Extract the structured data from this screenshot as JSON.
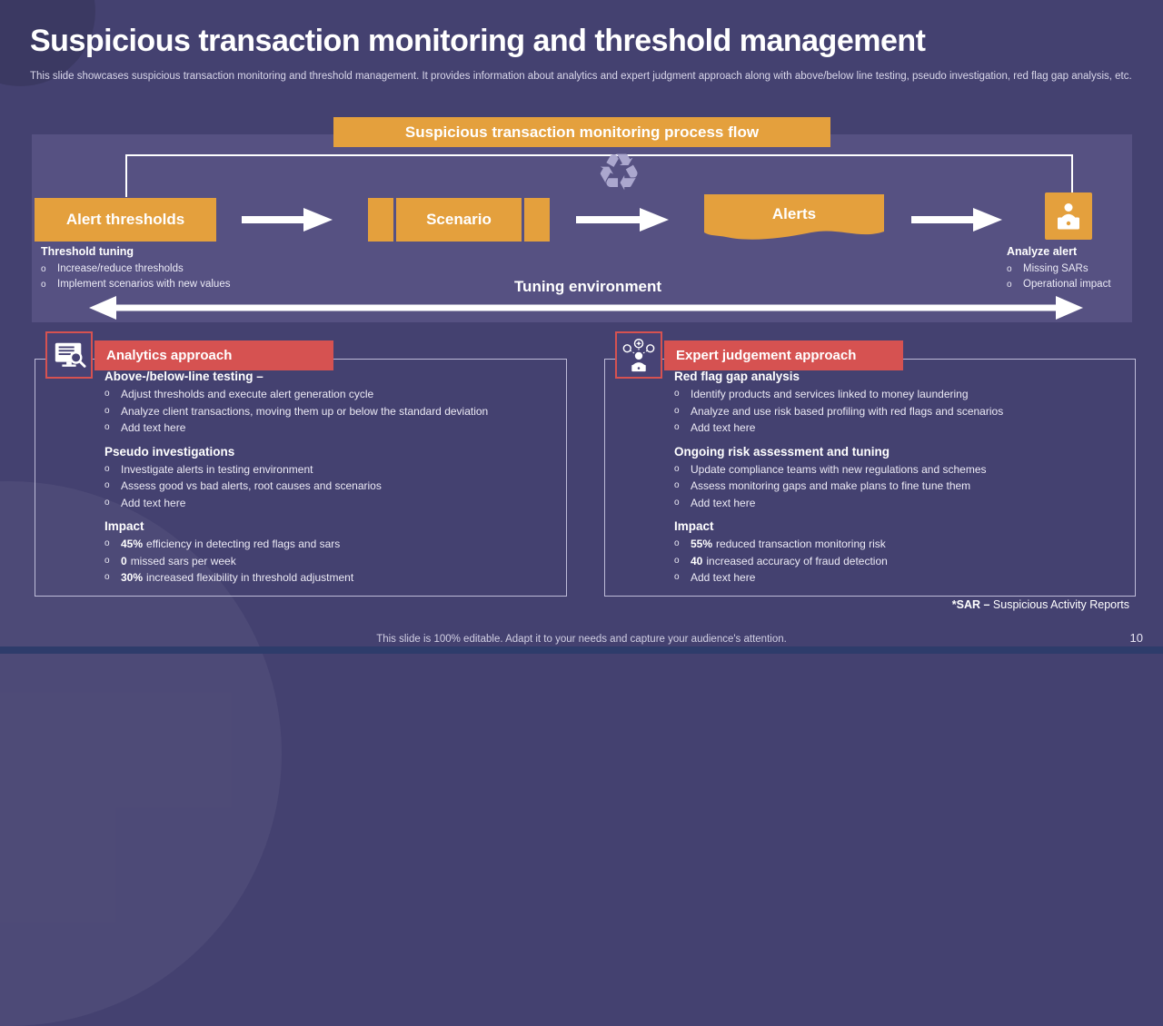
{
  "ui": {
    "bullet_marker": "o"
  },
  "colors": {
    "background": "#444170",
    "panel": "#565182",
    "accent_orange": "#E4A03D",
    "accent_red": "#D65251",
    "footer_bar": "#2E3C6B"
  },
  "slide": {
    "title": "Suspicious transaction monitoring and threshold management",
    "subtitle": "This slide showcases suspicious transaction monitoring and threshold management. It provides information about analytics and expert judgment approach along with above/below line testing, pseudo investigation, red flag gap analysis, etc.",
    "footer": "This slide is 100% editable. Adapt it to your needs and capture your audience's attention.",
    "page_number": "10",
    "footnote": {
      "bold": "*SAR –",
      "text": " Suspicious Activity Reports"
    }
  },
  "flow": {
    "banner": "Suspicious transaction monitoring process flow",
    "alert_thresholds_label": "Alert thresholds",
    "scenario_label": "Scenario",
    "alerts_label": "Alerts",
    "tuning_environment_label": "Tuning environment",
    "recycle_glyph": "♻",
    "threshold_tuning": {
      "heading": "Threshold tuning",
      "bullets": [
        "Increase/reduce thresholds",
        "Implement scenarios with new values"
      ]
    },
    "analyze_alert": {
      "heading": "Analyze alert",
      "bullets": [
        "Missing SARs",
        "Operational impact"
      ]
    }
  },
  "sections": [
    {
      "title": "Analytics approach",
      "groups": [
        {
          "heading": "Above-/below-line testing –",
          "bullets": [
            {
              "bold": "",
              "text": "Adjust thresholds and execute alert generation cycle"
            },
            {
              "bold": "",
              "text": "Analyze client transactions, moving them up or below the standard deviation"
            },
            {
              "bold": "",
              "text": "Add text here"
            }
          ]
        },
        {
          "heading": "Pseudo investigations",
          "bullets": [
            {
              "bold": "",
              "text": "Investigate alerts in testing environment"
            },
            {
              "bold": "",
              "text": "Assess good vs bad alerts, root causes and scenarios"
            },
            {
              "bold": "",
              "text": "Add text here"
            }
          ]
        },
        {
          "heading": "Impact",
          "bullets": [
            {
              "bold": "45%",
              "text": "efficiency in detecting red flags and sars"
            },
            {
              "bold": "0",
              "text": "missed sars per week"
            },
            {
              "bold": "30%",
              "text": "increased flexibility in threshold adjustment"
            }
          ]
        }
      ]
    },
    {
      "title": "Expert judgement approach",
      "groups": [
        {
          "heading": "Red flag gap analysis",
          "bullets": [
            {
              "bold": "",
              "text": "Identify products and services linked to money laundering"
            },
            {
              "bold": "",
              "text": "Analyze and use risk based profiling with red flags and scenarios"
            },
            {
              "bold": "",
              "text": "Add text here"
            }
          ]
        },
        {
          "heading": "Ongoing risk assessment and tuning",
          "bullets": [
            {
              "bold": "",
              "text": "Update compliance teams with new regulations and schemes"
            },
            {
              "bold": "",
              "text": "Assess monitoring gaps and make plans to fine tune them"
            },
            {
              "bold": "",
              "text": "Add text here"
            }
          ]
        },
        {
          "heading": "Impact",
          "bullets": [
            {
              "bold": "55%",
              "text": "reduced transaction monitoring risk"
            },
            {
              "bold": "40",
              "text": "increased accuracy of fraud detection"
            },
            {
              "bold": "",
              "text": "Add text here"
            }
          ]
        }
      ]
    }
  ]
}
